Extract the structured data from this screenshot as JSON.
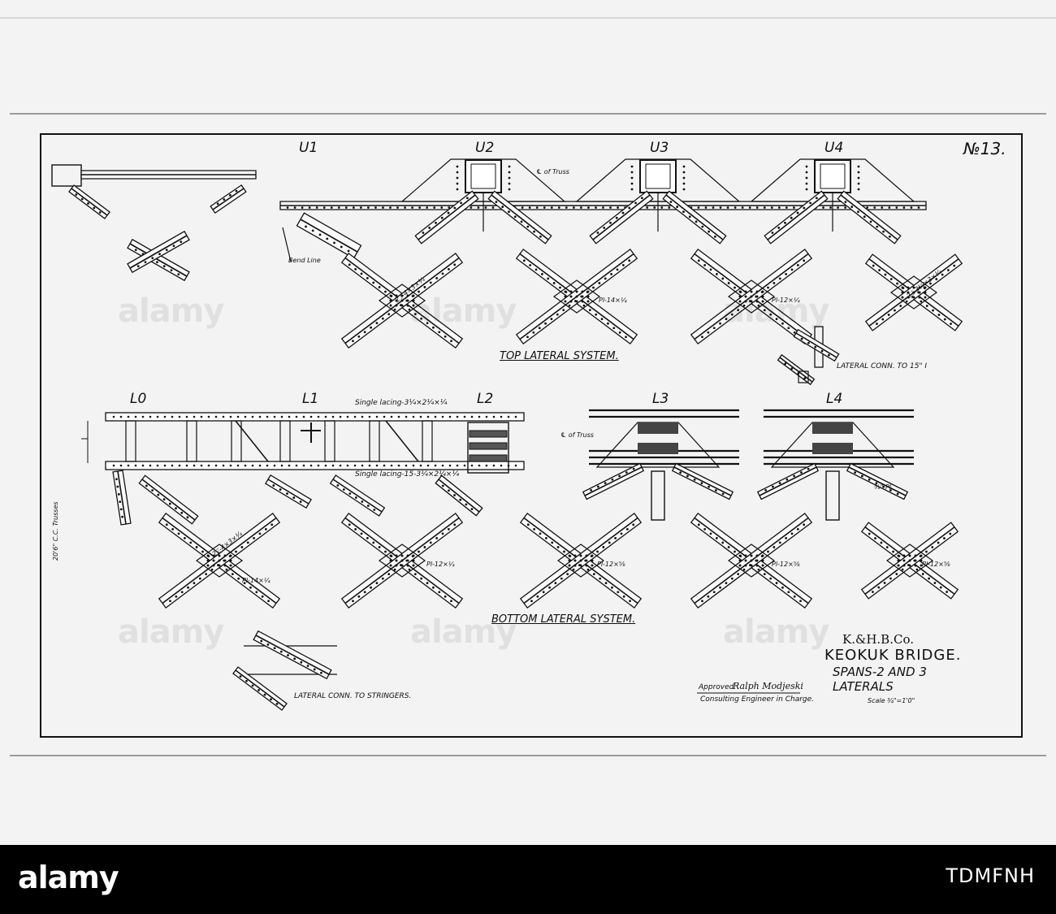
{
  "drawing": {
    "sheet_number": "№13.",
    "top_panel_labels": [
      "U1",
      "U2",
      "U3",
      "U4"
    ],
    "bottom_panel_labels": [
      "L0",
      "L1",
      "L2",
      "L3",
      "L4"
    ],
    "top_title": "TOP LATERAL SYSTEM.",
    "bottom_title": "BOTTOM LATERAL SYSTEM.",
    "truss_center": "℄ of Truss",
    "bend_line": "Bend Line",
    "single_lacing_top": "Single lacing-3¼×2¼×¼",
    "single_lacing_bottom": "Single lacing-15-3¼×2¼×¼",
    "truss_spacing": "20'6\" C.C. Trusses",
    "lateral_conn_15": "LATERAL CONN. TO 15\" I",
    "lateral_conn_stringers": "LATERAL CONN. TO STRINGERS.",
    "member_notes": [
      "2⌶-4×3×¼",
      "Pl-14×¼",
      "Pl-12×¼",
      "2⌶-3½×3×¼",
      "Pl-12×⅝",
      "⅜\" Pl."
    ]
  },
  "title_block": {
    "company": "K.&H.B.Co.",
    "bridge": "KEOKUK BRIDGE.",
    "spans": "SPANS-2 AND 3",
    "subject": "LATERALS",
    "scale": "Scale ¾\"=1'0\"",
    "approved_label": "Approved",
    "signature": "Ralph Modjeski",
    "engineer": "Consulting Engineer in Charge."
  },
  "footer": {
    "logo": "alamy",
    "image_id": "TDMFNH"
  },
  "watermark": "alamy"
}
